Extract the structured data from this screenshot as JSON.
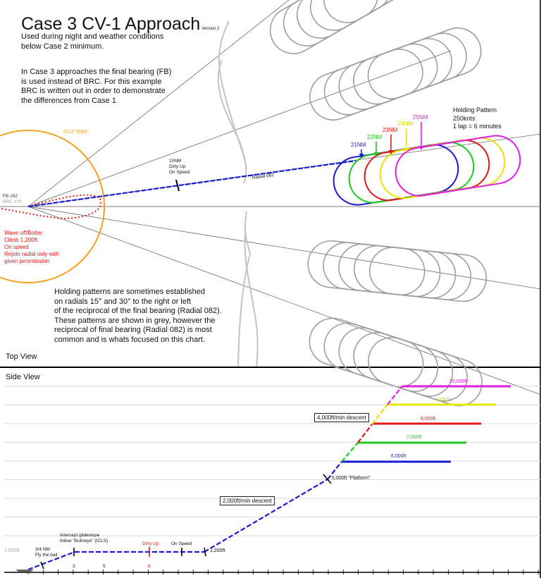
{
  "title": "Case 3 CV-1 Approach",
  "version": "Version 2",
  "intro_lines": [
    "Used during night and weather conditions",
    "below Case 2 minimum."
  ],
  "fb_lines": [
    "In Case 3 approaches the final bearing (FB)",
    "is used instead of BRC. For this example",
    "BRC is written out in order to demonstrate",
    "the differences from Case 1"
  ],
  "top_view": {
    "section_label": "Top View",
    "ccz_label": "CCZ 5NM",
    "fb_label": "FB 262",
    "brc_label": "BRC 270",
    "dirty_up_lines": [
      "10NM",
      "Dirty Up",
      "On Speed"
    ],
    "radial_label": "Radial 082",
    "holding_title_lines": [
      "Holding Pattern",
      "250knts",
      "1 lap = 6 minutes"
    ],
    "range_labels": [
      {
        "text": "21NM",
        "color": "#1a1ad6"
      },
      {
        "text": "22NM",
        "color": "#1ec81e"
      },
      {
        "text": "23NM",
        "color": "#e01818"
      },
      {
        "text": "24NM",
        "color": "#e6e600"
      },
      {
        "text": "25NM",
        "color": "#e01ee0"
      }
    ],
    "waveoff_lines": [
      "Wave off/Bolter",
      "Climb 1,200ft",
      "On speed",
      "Rejoin radial only with",
      "given persmission"
    ],
    "note_lines": [
      "Holding patterns are sometimes established",
      "on radials 15° and 30° to the right or left",
      "of the reciprocal of the final bearing (Radial 082).",
      "These patterns are shown in grey, however the",
      "reciprocal of final bearing (Radial 082) is most",
      "common and is whats focused on this chart."
    ]
  },
  "side_view": {
    "section_label": "Side View",
    "altitudes": [
      {
        "label": "10,000ft",
        "color": "#e01ee0"
      },
      {
        "label": "9,000ft",
        "color": "#e6e600"
      },
      {
        "label": "8,000ft",
        "color": "#e01818"
      },
      {
        "label": "7,000ft",
        "color": "#1ec81e"
      },
      {
        "label": "6,000ft",
        "color": "#1a1ad6"
      }
    ],
    "descent_4000": "4,000ft/min descent",
    "descent_2000": "2,000ft/min descent",
    "platform": "5,000ft \"Platform\"",
    "alt_1200": "1,200ft",
    "alt_1000": "1,000ft",
    "on_speed": "On Speed",
    "dirty_up": "Dirty Up",
    "intercept_lines": [
      "Intercept glideslope",
      "follow \"Bullseye\" (ICLS)"
    ],
    "fly_ball_lines": [
      "3/4 NM",
      "Fly the ball"
    ],
    "range_ticks": [
      "3",
      "5",
      "8"
    ]
  },
  "colors": {
    "blue": "#1a1ad6",
    "green": "#1ec81e",
    "red": "#e01818",
    "yellow": "#e6e600",
    "magenta": "#e01ee0",
    "ccz": "#f5a020",
    "grey": "#b4b4b4"
  }
}
